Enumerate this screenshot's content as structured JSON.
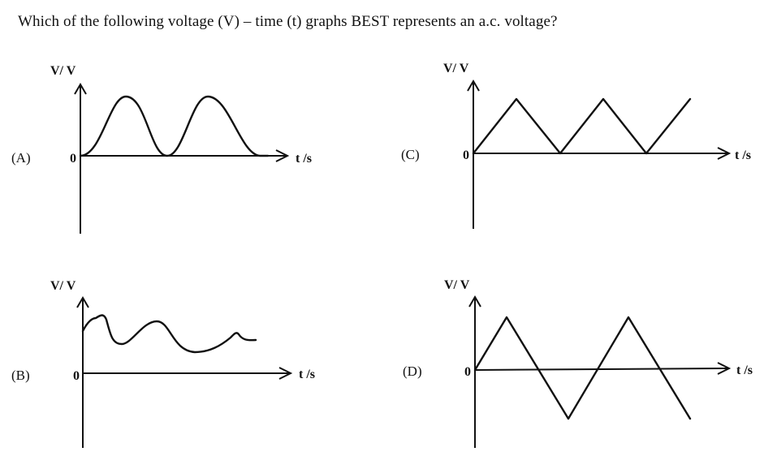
{
  "question": "Which of the following voltage (V) – time (t) graphs BEST represents an a.c. voltage?",
  "graphs": [
    {
      "option": "(A)",
      "y_axis_label": "V/ V",
      "x_axis_label": "t /s",
      "origin_label": "0",
      "waveform": "raised-sine"
    },
    {
      "option": "(C)",
      "y_axis_label": "V/ V",
      "x_axis_label": "t /s",
      "origin_label": "0",
      "waveform": "positive-triangle"
    },
    {
      "option": "(B)",
      "y_axis_label": "V/ V",
      "x_axis_label": "t /s",
      "origin_label": "0",
      "waveform": "irregular-positive"
    },
    {
      "option": "(D)",
      "y_axis_label": "V/ V",
      "x_axis_label": "t /s",
      "origin_label": "0",
      "waveform": "alternating-triangle"
    }
  ]
}
